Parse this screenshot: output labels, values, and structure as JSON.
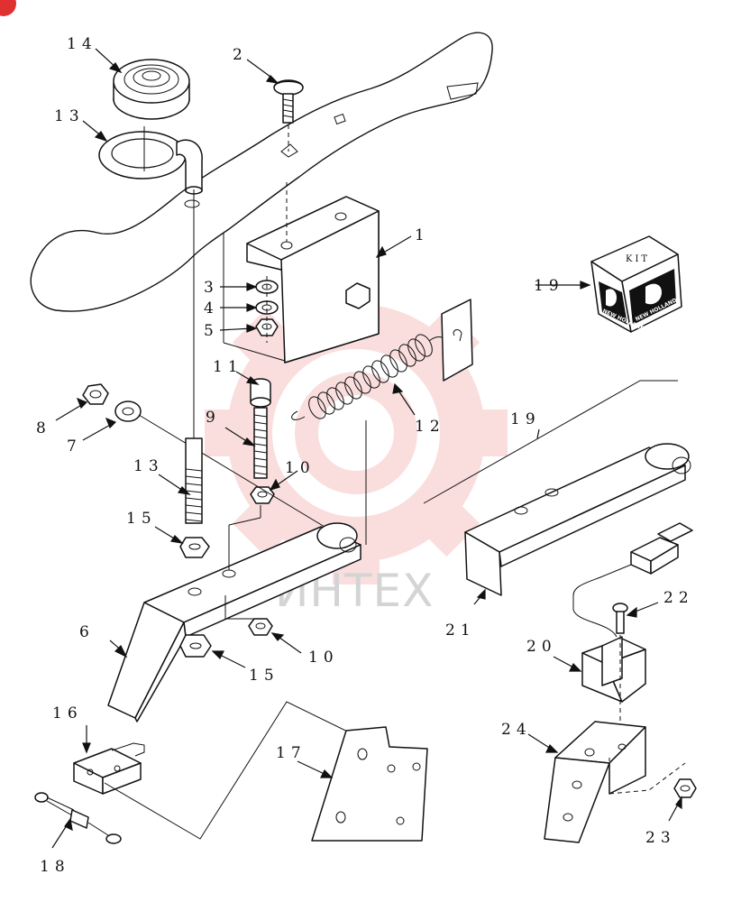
{
  "watermark": {
    "text": "ИНТЕХ",
    "gear_color": "#f08a8a"
  },
  "kit": {
    "text": "KIT",
    "brand": "NEW HOLLAND"
  },
  "callouts": {
    "c1": "1",
    "c2": "2",
    "c3": "3",
    "c4": "4",
    "c5": "5",
    "c6": "6",
    "c7": "7",
    "c8": "8",
    "c9": "9",
    "c10a": "10",
    "c10b": "10",
    "c11": "11",
    "c12": "12",
    "c13a": "13",
    "c13b": "13",
    "c14": "14",
    "c15a": "15",
    "c15b": "15",
    "c16": "16",
    "c17": "17",
    "c18": "18",
    "c19a": "19",
    "c19b": "19",
    "c20": "20",
    "c21": "21",
    "c22": "22",
    "c23": "23",
    "c24": "24"
  }
}
